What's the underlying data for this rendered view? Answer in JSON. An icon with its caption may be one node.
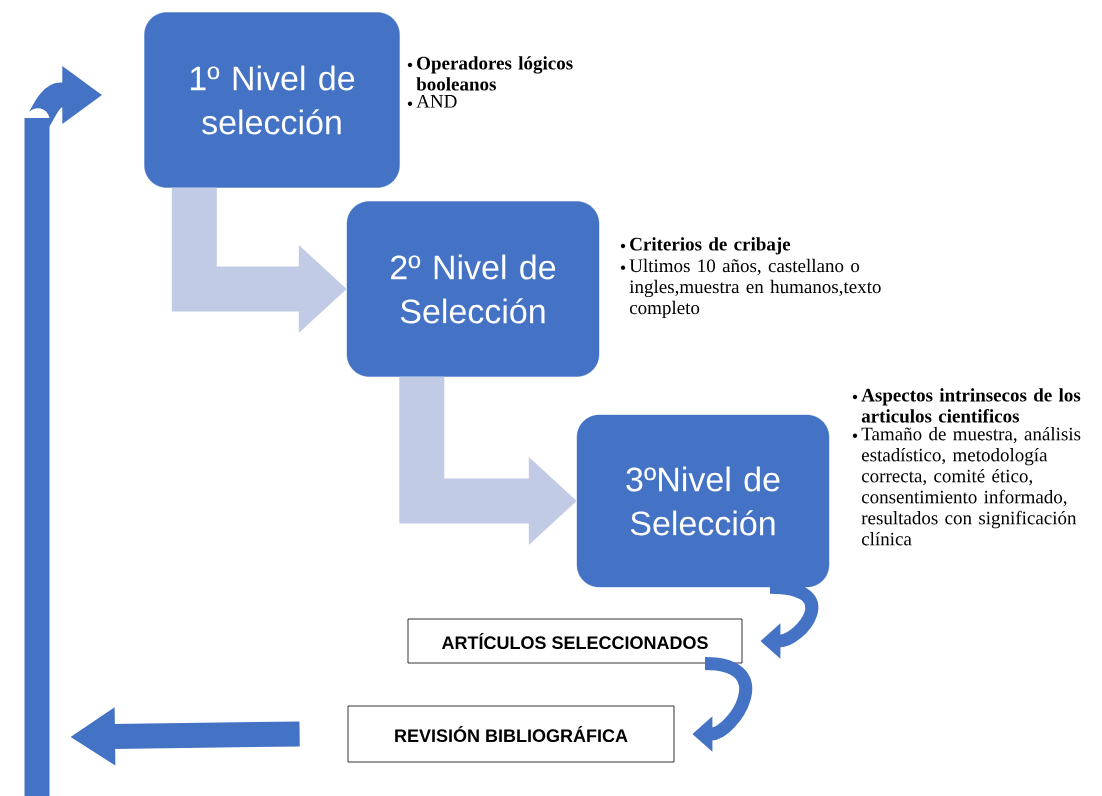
{
  "diagram": {
    "nodes": [
      {
        "text": [
          "1º Nivel de selección"
        ],
        "beside": [
          "Operadores lógicos booleanos",
          "AND"
        ]
      },
      {
        "text": [
          "2º Nivel de Selección"
        ],
        "beside": [
          "Criterios de cribaje",
          "Ultimos 10 años, castellano o ingles,muestra en humanos,texto completo"
        ]
      },
      {
        "text": [
          "3ºNivel de Selección"
        ],
        "beside": [
          "Aspectos intrinsecos de los articulos cientificos",
          "Tamaño de muestra, análisis estadístico, metodología correcta, comité ético, consentimiento informado, resultados con significación clínica"
        ]
      },
      {
        "text": [
          "ARTÍCULOS SELECCIONADOS"
        ]
      },
      {
        "text": [
          "REVISIÓN BIBLIOGRÁFICA"
        ]
      }
    ],
    "edges": [
      {
        "from": 0,
        "to": 1,
        "arrow": "to",
        "style": "thick",
        "color": "#c2cbe5"
      },
      {
        "from": 1,
        "to": 2,
        "arrow": "to",
        "style": "thick",
        "color": "#c2cbe5"
      },
      {
        "from": 2,
        "to": 3,
        "arrow": "to"
      },
      {
        "from": 3,
        "to": 4,
        "arrow": "to"
      },
      {
        "from": 4,
        "to": null,
        "arrow": "to"
      },
      {
        "from": null,
        "to": 0,
        "arrow": "to"
      }
    ]
  }
}
